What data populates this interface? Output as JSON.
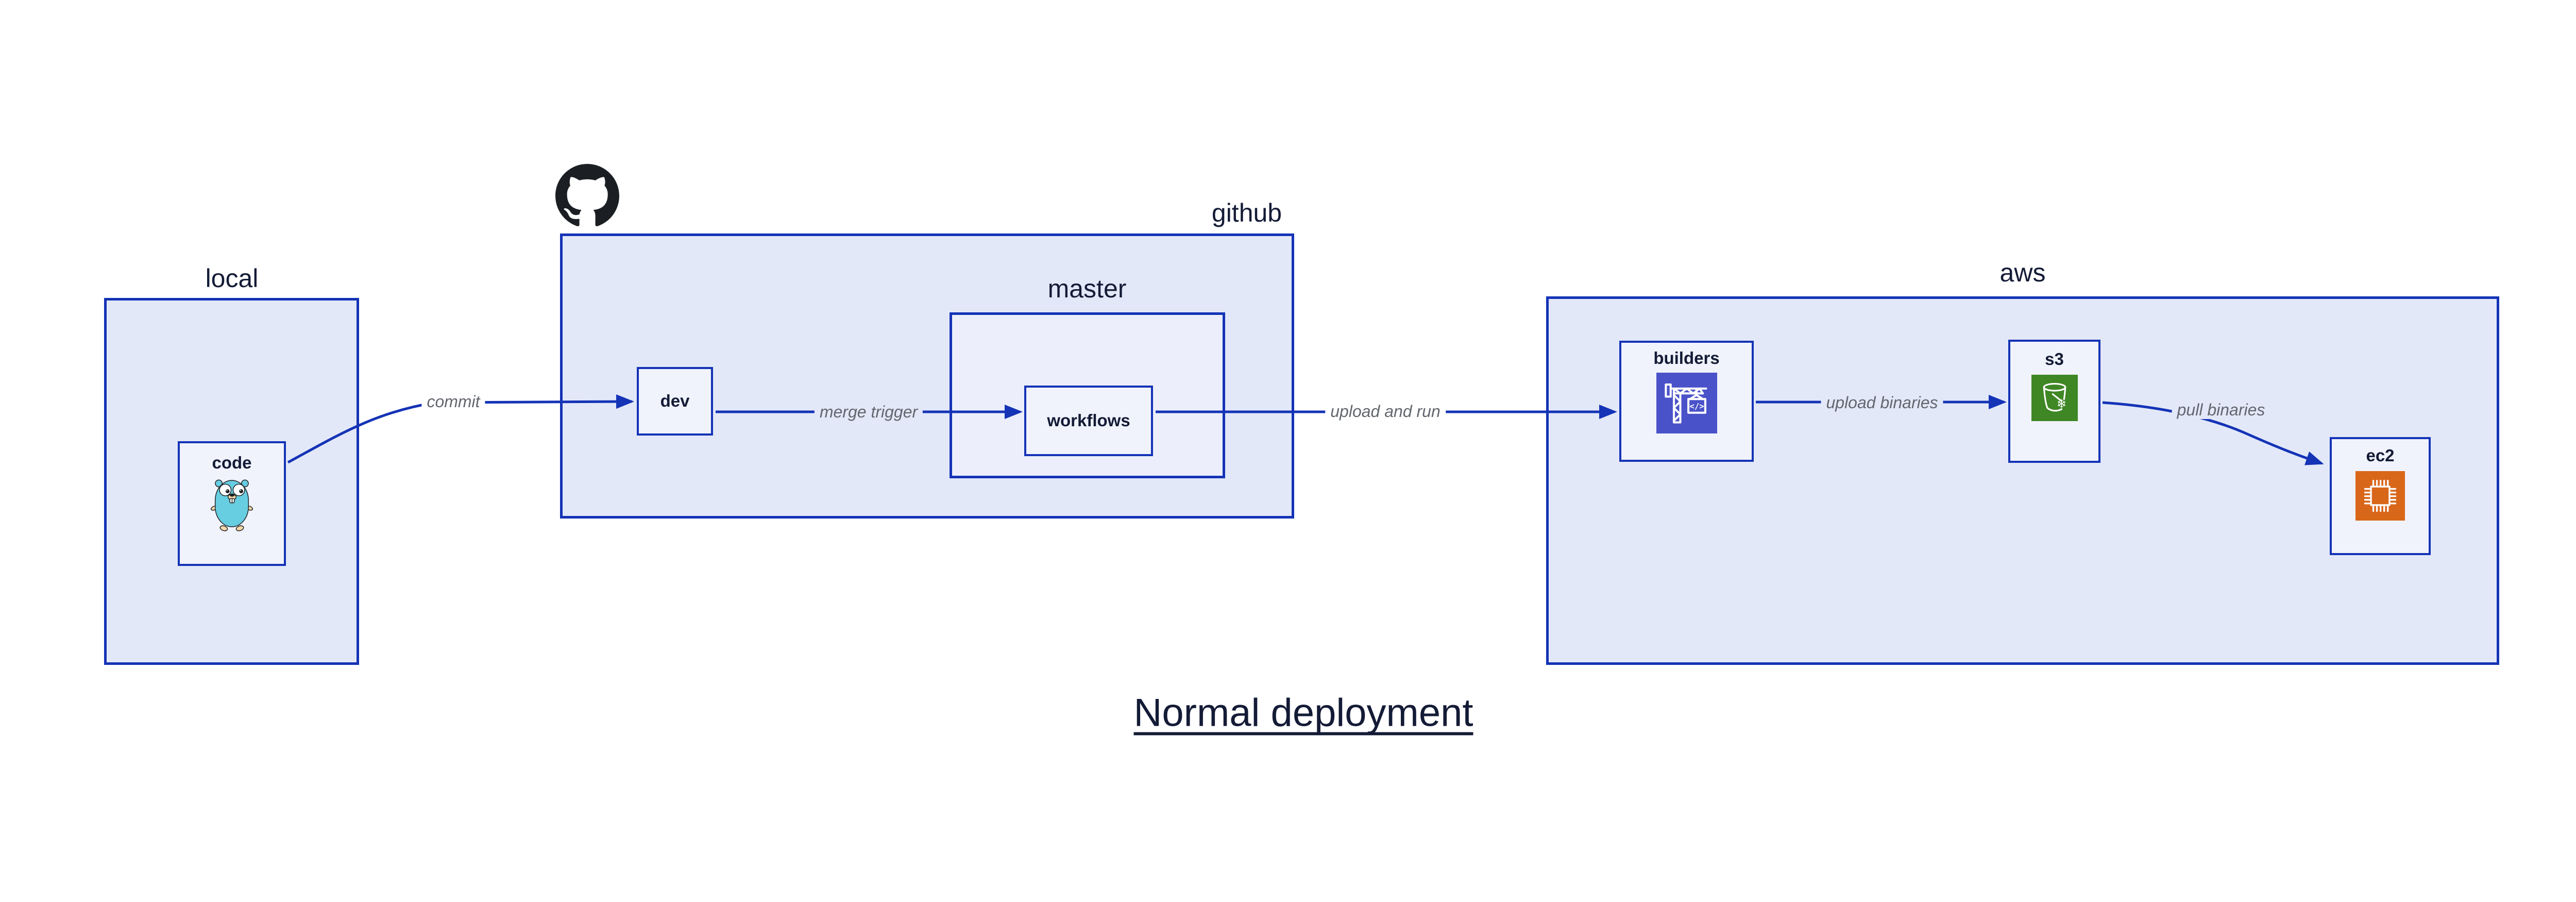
{
  "title": "Normal deployment",
  "colors": {
    "canvas-bg": "#ffffff",
    "border": "#1433b6",
    "edge": "#1433b6",
    "container-fill": "#e2e8f8",
    "master-fill": "#eceffb",
    "node-fill": "#f0f3fc",
    "text": "#141b36",
    "edge-label": "#62666e",
    "github-black": "#1b1f23",
    "codebuild-bg": "#4a52c9",
    "s3-bg": "#3f8624",
    "ec2-bg": "#d9671a",
    "gopher-body": "#67cde1",
    "gopher-skin": "#f6d7a7"
  },
  "containers": {
    "local": {
      "label": "local"
    },
    "github": {
      "label": "github"
    },
    "master": {
      "label": "master"
    },
    "aws": {
      "label": "aws"
    }
  },
  "nodes": {
    "code": {
      "label": "code",
      "icon": "gopher-icon"
    },
    "dev": {
      "label": "dev"
    },
    "workflows": {
      "label": "workflows"
    },
    "builders": {
      "label": "builders",
      "icon": "codebuild-crane-icon"
    },
    "s3": {
      "label": "s3",
      "icon": "s3-glacier-bucket-icon"
    },
    "ec2": {
      "label": "ec2",
      "icon": "ec2-chip-icon"
    }
  },
  "edges": {
    "commit": {
      "label": "commit",
      "from": "code",
      "to": "dev"
    },
    "merge_trigger": {
      "label": "merge trigger",
      "from": "dev",
      "to": "workflows"
    },
    "upload_and_run": {
      "label": "upload and run",
      "from": "workflows",
      "to": "builders"
    },
    "upload_binaries": {
      "label": "upload binaries",
      "from": "builders",
      "to": "s3"
    },
    "pull_binaries": {
      "label": "pull binaries",
      "from": "s3",
      "to": "ec2"
    }
  },
  "logos": {
    "github": "github-octocat-icon"
  },
  "glyphs": {
    "codebuild_code": "</>",
    "snowflake": "❄"
  }
}
